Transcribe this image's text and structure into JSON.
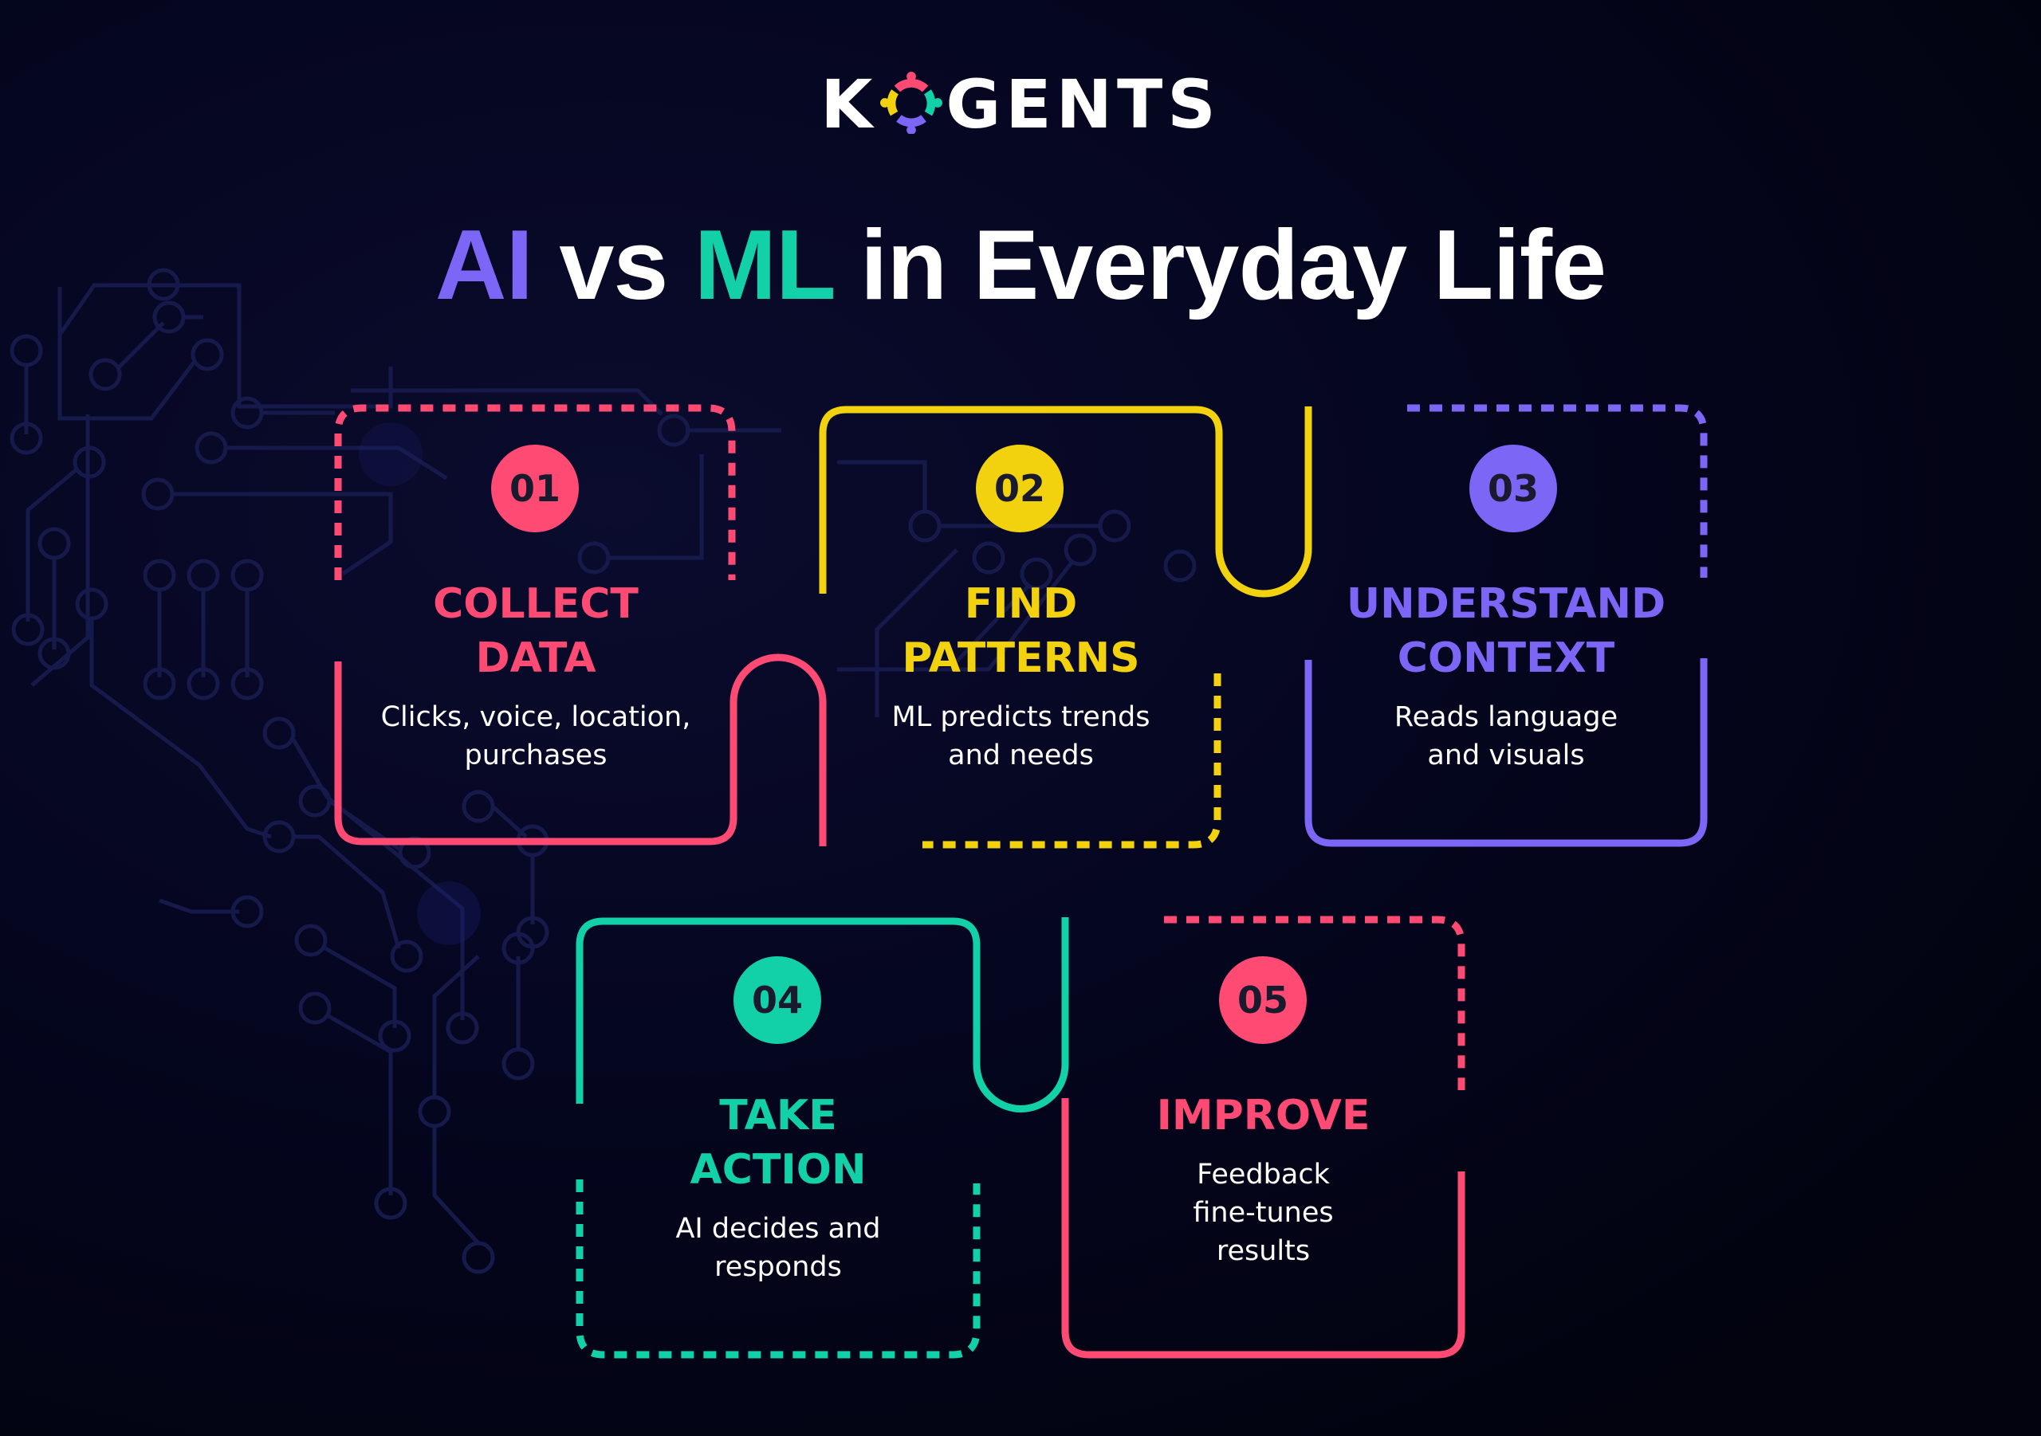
{
  "brand": {
    "logo_prefix": "K",
    "logo_suffix": "GENTS",
    "logo_icon": "people-circle-icon"
  },
  "title": {
    "part1": "AI",
    "part2": " vs ",
    "part3": "ML",
    "part4": " in Everyday Life"
  },
  "colors": {
    "background": "#03041a",
    "pink": "#ff4b73",
    "yellow": "#f2d20e",
    "purple": "#7b66f6",
    "teal": "#12d1a8",
    "circuit": "#151a4a"
  },
  "steps": [
    {
      "number": "01",
      "heading": "COLLECT\nDATA",
      "description": "Clicks, voice, location,\npurchases",
      "color": "#ff4b73"
    },
    {
      "number": "02",
      "heading": "FIND\nPATTERNS",
      "description": "ML predicts trends\nand needs",
      "color": "#f2d20e"
    },
    {
      "number": "03",
      "heading": "UNDERSTAND\nCONTEXT",
      "description": "Reads language\nand visuals",
      "color": "#7b66f6"
    },
    {
      "number": "04",
      "heading": "TAKE\nACTION",
      "description": "AI decides and\nresponds",
      "color": "#12d1a8"
    },
    {
      "number": "05",
      "heading": "IMPROVE",
      "description": "Feedback\nfine-tunes\nresults",
      "color": "#ff4b73"
    }
  ]
}
